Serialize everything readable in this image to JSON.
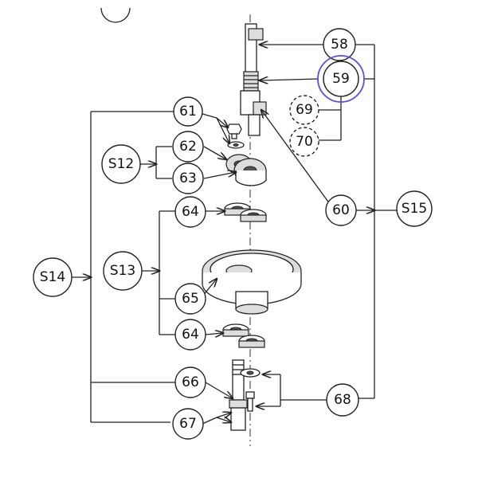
{
  "callouts": {
    "c58": "58",
    "c59": "59",
    "c60": "60",
    "c61": "61",
    "c62": "62",
    "c63": "63",
    "c64a": "64",
    "c64b": "64",
    "c65": "65",
    "c66": "66",
    "c67": "67",
    "c68": "68",
    "c69": "69",
    "c70": "70",
    "s12": "S12",
    "s13": "S13",
    "s14": "S14",
    "s15": "S15"
  },
  "highlight_color": "#5b4fd6"
}
